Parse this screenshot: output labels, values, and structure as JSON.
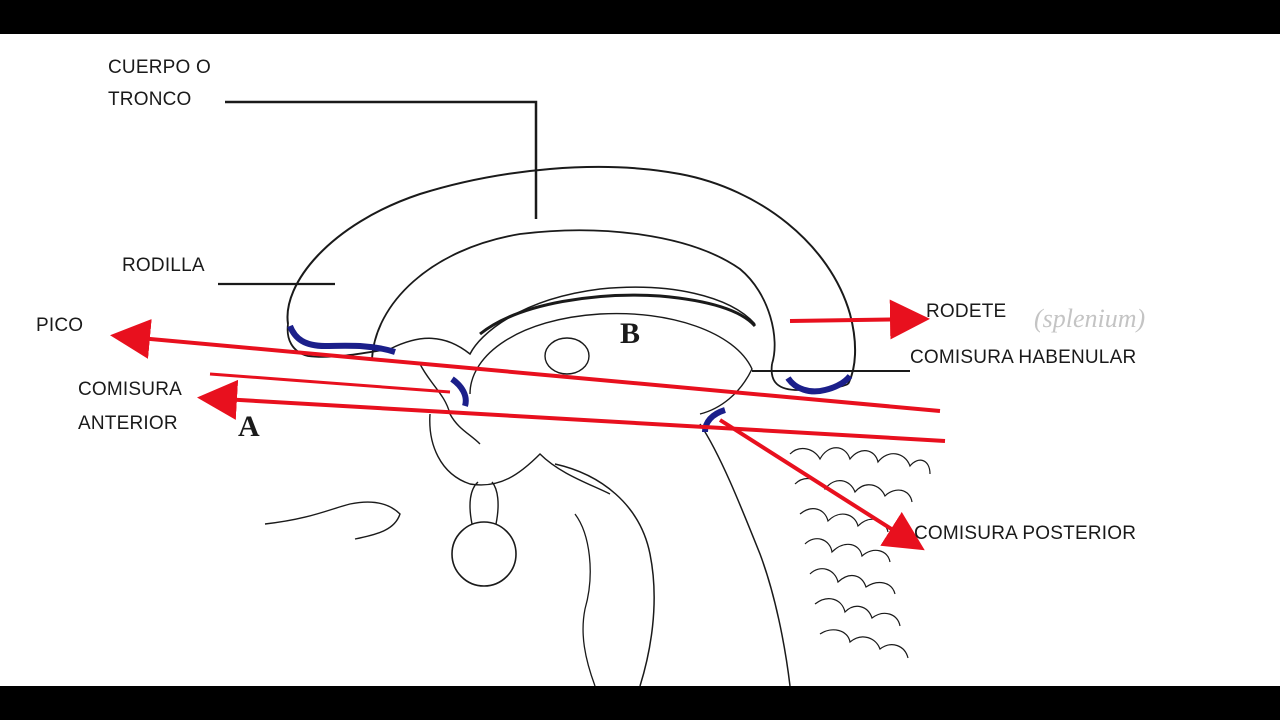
{
  "labels": {
    "cuerpo": [
      "CUERPO O",
      "TRONCO"
    ],
    "rodilla": "RODILLA",
    "pico": "PICO",
    "comisura_anterior": [
      "COMISURA",
      "ANTERIOR"
    ],
    "rodete": "RODETE",
    "splenium": "(splenium)",
    "comisura_habenular": "COMISURA HABENULAR",
    "comisura_posterior": "COMISURA POSTERIOR",
    "region_a": "A",
    "region_b": "B"
  },
  "colors": {
    "arrow": "#e8101e",
    "commissure_highlight": "#1b1f8a",
    "outline": "#1a1a1a",
    "background": "#ffffff",
    "letterbox": "#000000"
  }
}
